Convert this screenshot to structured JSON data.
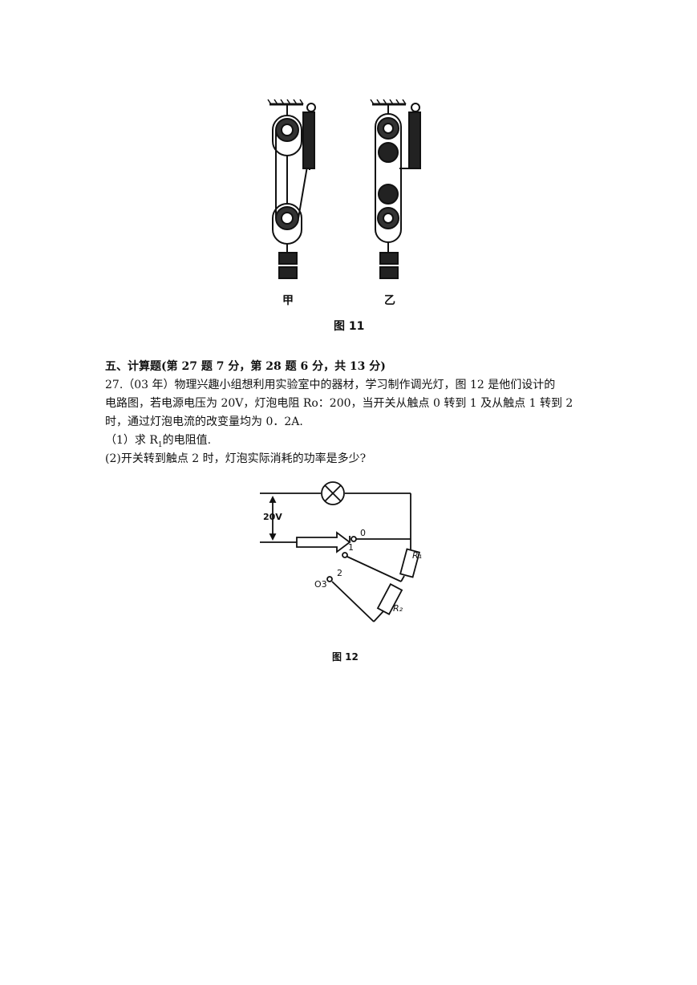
{
  "figure11": {
    "label_a": "甲",
    "label_b": "乙",
    "caption": "图 11"
  },
  "section": {
    "title": "五、计算题(第 27 题 7 分，第 28 题 6 分，共 13 分)"
  },
  "question27": {
    "line1": "27.（03 年）物理兴趣小组想利用实验室中的器材，学习制作调光灯，图 12 是他们设计的",
    "line2": "电路图，若电源电压为 20V，灯泡电阻 Ro：200，当开关从触点 0 转到 1 及从触点 1 转到 2",
    "line3": "时，通过灯泡电流的改变量均为 0．2A.",
    "sub1_prefix": "（1）求 R",
    "sub1_sub": "1",
    "sub1_suffix": "的电阻值.",
    "sub2": "(2)开关转到触点 2 时，灯泡实际消耗的功率是多少?"
  },
  "figure12": {
    "voltage": "20V",
    "contact0": "0",
    "contact1": "1",
    "contact2": "2",
    "contact3": "O3",
    "r1_label": "R₁",
    "r2_label": "R₂",
    "caption": "图 12"
  }
}
